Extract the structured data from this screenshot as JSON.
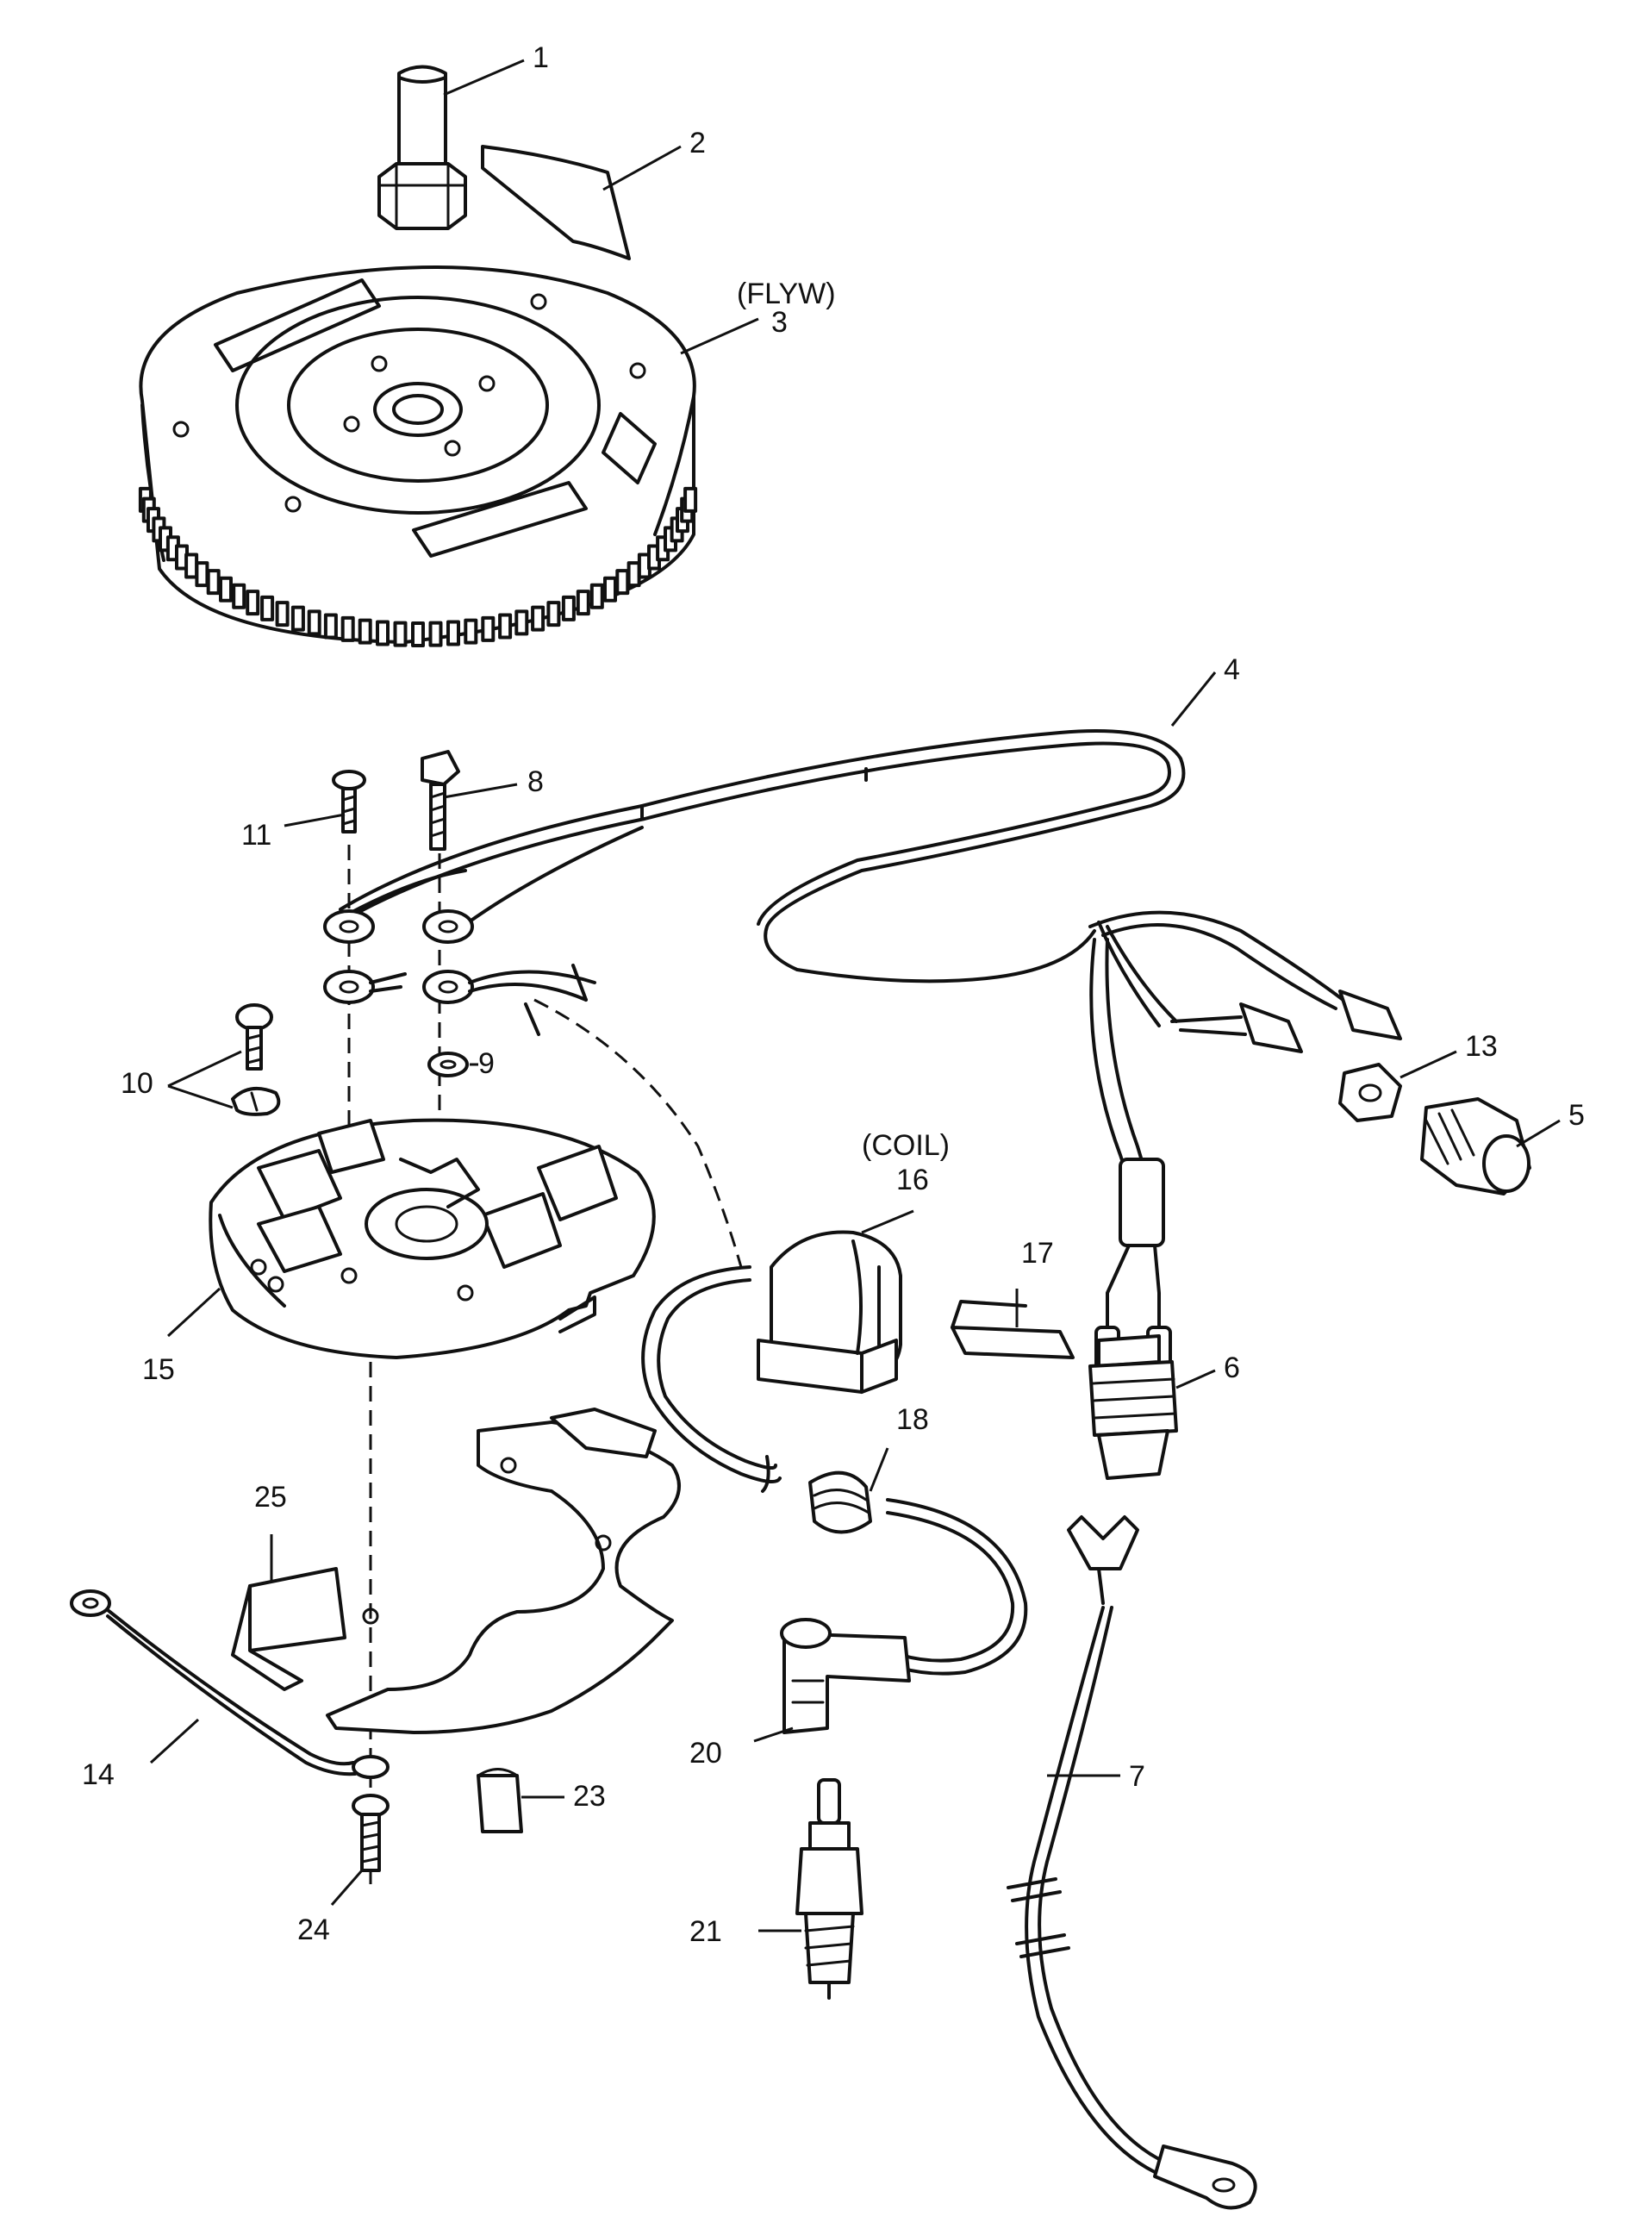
{
  "diagram": {
    "callouts": {
      "c1": "1",
      "c2": "2",
      "c3": "3",
      "c4": "4",
      "c5": "5",
      "c6": "6",
      "c7": "7",
      "c8": "8",
      "c9": "9",
      "c10": "10",
      "c11": "11",
      "c13": "13",
      "c14": "14",
      "c15": "15",
      "c16": "16",
      "c17": "17",
      "c18": "18",
      "c20": "20",
      "c21": "21",
      "c23": "23",
      "c24": "24",
      "c25": "25"
    },
    "annotations": {
      "flywheel": "(FLYW)",
      "coil": "(COIL)"
    }
  }
}
